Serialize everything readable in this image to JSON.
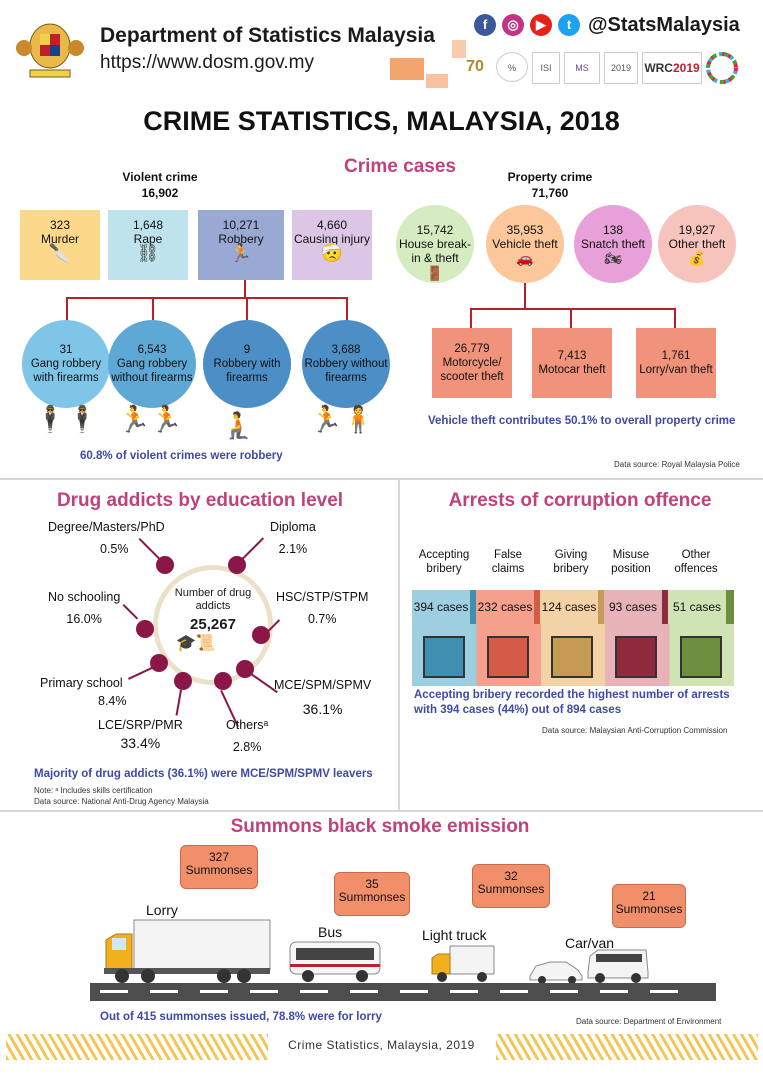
{
  "header": {
    "org_name": "Department of Statistics Malaysia",
    "url": "https://www.dosm.gov.my",
    "social_handle": "@StatsMalaysia",
    "icons": [
      "facebook-icon",
      "instagram-icon",
      "youtube-icon",
      "twitter-icon"
    ],
    "logos": [
      "70th anniversary logo",
      "statistics logo",
      "ISI 2019 logo",
      "MyStats logo",
      "statistics day logo",
      "WRC 2019 logo",
      "SDG logo"
    ]
  },
  "title": "CRIME STATISTICS, MALAYSIA, 2018",
  "crime_cases": {
    "heading": "Crime cases",
    "violent": {
      "label": "Violent crime",
      "total": "16,902",
      "categories": [
        {
          "value": "323",
          "label": "Murder"
        },
        {
          "value": "1,648",
          "label": "Rape"
        },
        {
          "value": "10,271",
          "label": "Robbery"
        },
        {
          "value": "4,660",
          "label": "Causing injury"
        }
      ],
      "robbery_types": [
        {
          "value": "31",
          "label": "Gang robbery with firearms"
        },
        {
          "value": "6,543",
          "label": "Gang robbery without firearms"
        },
        {
          "value": "9",
          "label": "Robbery with firearms"
        },
        {
          "value": "3,688",
          "label": "Robbery without firearms"
        }
      ],
      "note": "60.8% of violent crimes were robbery"
    },
    "property": {
      "label": "Property crime",
      "total": "71,760",
      "categories": [
        {
          "value": "15,742",
          "label": "House break-in & theft"
        },
        {
          "value": "35,953",
          "label": "Vehicle theft"
        },
        {
          "value": "138",
          "label": "Snatch theft"
        },
        {
          "value": "19,927",
          "label": "Other theft"
        }
      ],
      "vehicle_types": [
        {
          "value": "26,779",
          "label": "Motorcycle/ scooter theft"
        },
        {
          "value": "7,413",
          "label": "Motocar theft"
        },
        {
          "value": "1,761",
          "label": "Lorry/van theft"
        }
      ],
      "note": "Vehicle theft contributes 50.1% to overall property crime"
    },
    "source": "Data source: Royal Malaysia Police",
    "colors": {
      "murder": "#fcd88a",
      "rape": "#bfe3ec",
      "robbery": "#9aa8d4",
      "injury": "#dcc6e6",
      "house": "#d5ecc0",
      "vehicle": "#fcc79a",
      "snatch": "#e7a0d8",
      "other": "#f6c4bc",
      "vbranch": "#f0937a",
      "circle_light": "#7ec5e7",
      "circle_dark": "#4c8fc6",
      "circle_mid": "#5ea8d6",
      "red_line": "#b8202a"
    }
  },
  "drug": {
    "heading": "Drug addicts by education level",
    "center_label": "Number of drug addicts",
    "total": "25,267",
    "levels": [
      {
        "label": "Degree/Masters/PhD",
        "pct": "0.5%"
      },
      {
        "label": "Diploma",
        "pct": "2.1%"
      },
      {
        "label": "No schooling",
        "pct": "16.0%"
      },
      {
        "label": "HSC/STP/STPM",
        "pct": "0.7%"
      },
      {
        "label": "Primary school",
        "pct": "8.4%"
      },
      {
        "label": "MCE/SPM/SPMV",
        "pct": "36.1%"
      },
      {
        "label": "LCE/SRP/PMR",
        "pct": "33.4%"
      },
      {
        "label": "Othersᵃ",
        "pct": "2.8%"
      }
    ],
    "note": "Majority of drug addicts (36.1%) were MCE/SPM/SPMV leavers",
    "footnote": "Note: ᵃ Includes skills certification",
    "source": "Data source: National Anti-Drug Agency Malaysia"
  },
  "corruption": {
    "heading": "Arrests of corruption offence",
    "categories": [
      {
        "label": "Accepting bribery",
        "value": "394 cases",
        "color": "#9ecfe0",
        "dark": "#3f8fb0"
      },
      {
        "label": "False claims",
        "value": "232 cases",
        "color": "#f4a08c",
        "dark": "#d45b47"
      },
      {
        "label": "Giving bribery",
        "value": "124 cases",
        "color": "#f3d2a6",
        "dark": "#c69b55"
      },
      {
        "label": "Misuse position",
        "value": "93 cases",
        "color": "#e7b3b9",
        "dark": "#8f2b3c"
      },
      {
        "label": "Other offences",
        "value": "51 cases",
        "color": "#cfe3b4",
        "dark": "#6b8f3e"
      }
    ],
    "note": "Accepting bribery recorded the highest number of arrests with 394 cases (44%) out of 894 cases",
    "source": "Data source: Malaysian Anti-Corruption Commission"
  },
  "summons": {
    "heading": "Summons black smoke emission",
    "vehicles": [
      {
        "label": "Lorry",
        "value": "327",
        "unit": "Summonses"
      },
      {
        "label": "Bus",
        "value": "35",
        "unit": "Summonses"
      },
      {
        "label": "Light truck",
        "value": "32",
        "unit": "Summonses"
      },
      {
        "label": "Car/van",
        "value": "21",
        "unit": "Summonses"
      }
    ],
    "note": "Out of 415 summonses issued, 78.8% were for lorry",
    "source": "Data source: Department of Environment"
  },
  "footer": "Crime Statistics, Malaysia, 2019"
}
